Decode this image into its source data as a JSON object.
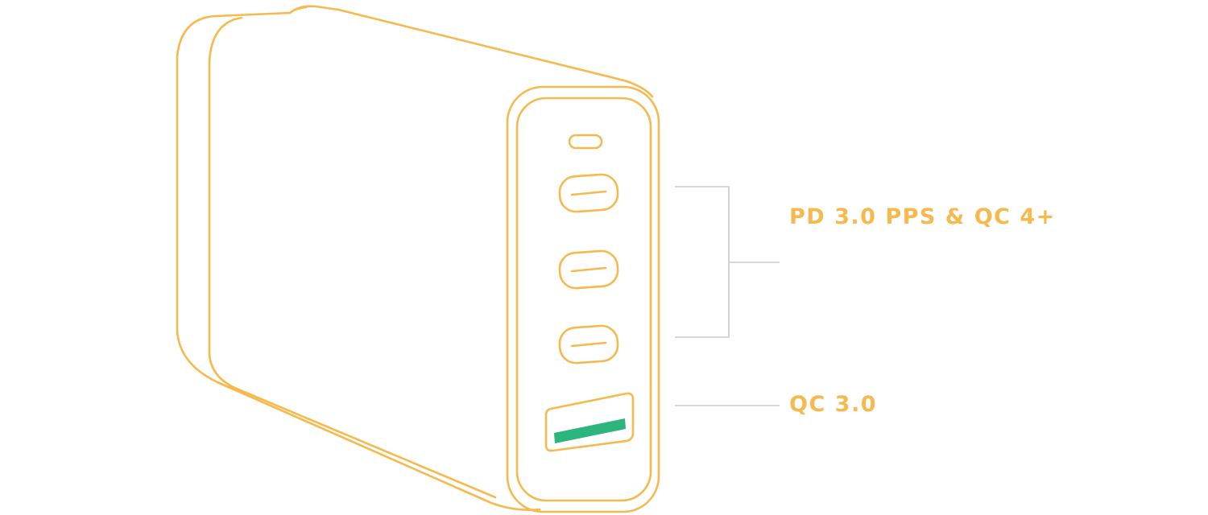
{
  "labels": {
    "usb_c_group": "PD 3.0 PPS & QC 4+",
    "usb_a": "QC 3.0"
  },
  "colors": {
    "outline": "#F5B94E",
    "label_text": "#F5B94E",
    "leader_line": "#C8C8C8",
    "usb_a_tongue": "#2DB57E",
    "background": "#FFFFFF"
  },
  "ports": [
    {
      "type": "usb-c",
      "group": "usb_c_group"
    },
    {
      "type": "usb-c",
      "group": "usb_c_group"
    },
    {
      "type": "usb-c",
      "group": "usb_c_group"
    },
    {
      "type": "usb-a",
      "group": "usb_a"
    }
  ],
  "icons": [
    "led-indicator-icon",
    "usb-c-port-icon",
    "usb-a-port-icon"
  ]
}
